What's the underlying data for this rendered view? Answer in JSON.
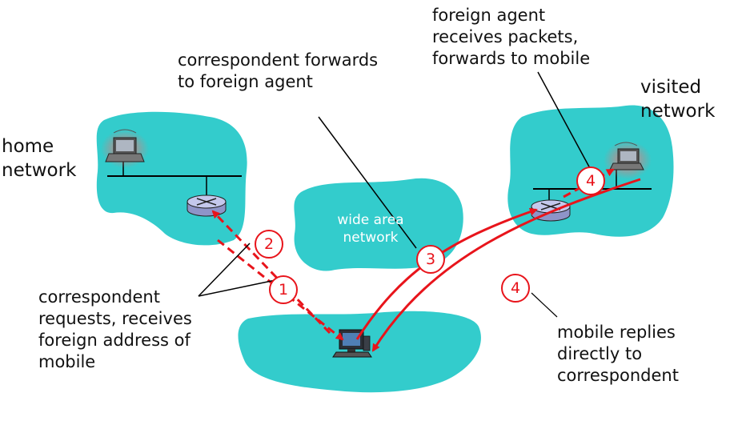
{
  "labels": {
    "home_network": [
      "home",
      "network"
    ],
    "visited_network": [
      "visited",
      "network"
    ],
    "wide_area_network": [
      "wide area",
      "network"
    ],
    "correspondent_forwards": [
      "correspondent forwards",
      "to foreign agent"
    ],
    "foreign_agent_receives": [
      "foreign agent",
      "receives packets,",
      "forwards to mobile"
    ],
    "correspondent_requests": [
      "correspondent",
      "requests, receives",
      "foreign address of",
      "mobile"
    ],
    "mobile_replies": [
      "mobile replies",
      "directly to",
      "correspondent"
    ]
  },
  "steps": {
    "one": "1",
    "two": "2",
    "three": "3",
    "four_forward": "4",
    "four_reply": "4"
  },
  "colors": {
    "cloud": "#33cccc",
    "arrow": "#e8141b",
    "text": "#111111",
    "wan_text": "#ffffff"
  },
  "icons": [
    "laptop-icon",
    "router-icon",
    "desktop-computer-icon"
  ]
}
